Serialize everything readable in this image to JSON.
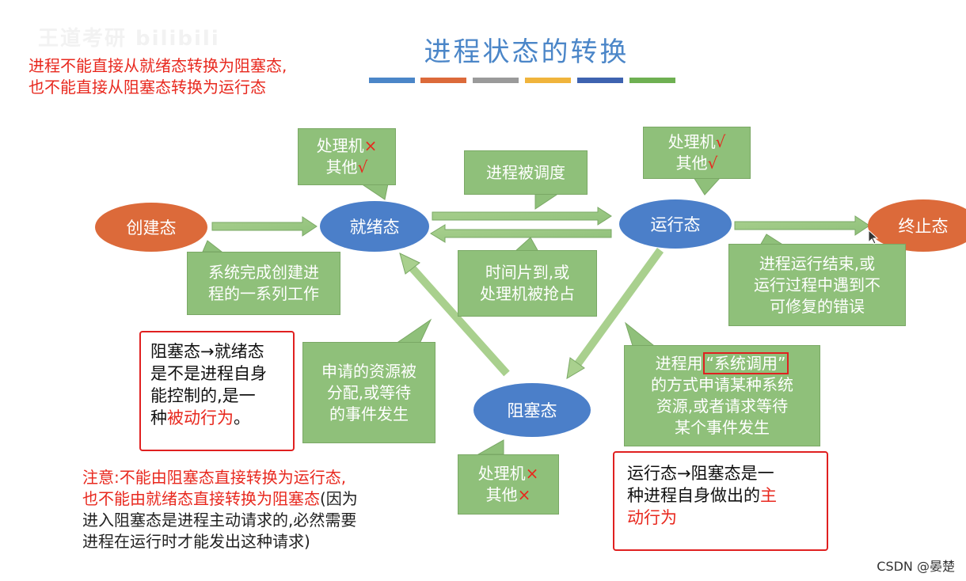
{
  "watermark": "王道考研 bilibili",
  "top_note": [
    "进程不能直接从就绪态转换为阻塞态,",
    "也不能直接从阻塞态转换为运行态"
  ],
  "title": "进程状态的转换",
  "title_bar_colors": [
    "#4b86c8",
    "#dc6a3a",
    "#9a9a9a",
    "#f0b43c",
    "#3e63b0",
    "#6eb052"
  ],
  "states": {
    "create": "创建态",
    "ready": "就绪态",
    "running": "运行态",
    "terminated": "终止态",
    "blocked": "阻塞态"
  },
  "callouts": {
    "ready_status": {
      "cpu": "处理机",
      "cpu_mark": "×",
      "other": "其他",
      "other_mark": "√"
    },
    "running_status": {
      "cpu": "处理机",
      "cpu_mark": "√",
      "other": "其他",
      "other_mark": "√"
    },
    "blocked_status": {
      "cpu": "处理机",
      "cpu_mark": "×",
      "other": "其他",
      "other_mark": "×"
    },
    "scheduled": "进程被调度",
    "create_done": [
      "系统完成创建进",
      "程的一系列工作"
    ],
    "time_slice": [
      "时间片到,或",
      "处理机被抢占"
    ],
    "terminate_reason": [
      "进程运行结束,或",
      "运行过程中遇到不",
      "可修复的错误"
    ],
    "resource_allocated": [
      "申请的资源被",
      "分配,或等待",
      "的事件发生"
    ],
    "syscall_prefix": "进程用",
    "syscall_highlight": "“系统调用”",
    "syscall_rest": [
      "的方式申请某种系统",
      "资源,或者请求等待",
      "某个事件发生"
    ]
  },
  "boxes": {
    "blocked_to_ready": {
      "line1": "阻塞态→就绪态",
      "line2": "是不是进程自身",
      "line3": "能控制的,是一",
      "line4_prefix": "种",
      "line4_highlight": "被动行为",
      "line4_suffix": "。"
    },
    "running_to_blocked": {
      "line1": "运行态→阻塞态是一",
      "line2_prefix": "种进程自身做出的",
      "line2_highlight": "主",
      "line3_highlight": "动行为"
    }
  },
  "bottom_note": {
    "red_line1": "注意:不能由阻塞态直接转换为运行态,",
    "red_line2": "也不能由就绪态直接转换为阻塞态",
    "black_line2_suffix": "(因为",
    "black_line3": "进入阻塞态是进程主动请求的,必然需要",
    "black_line4": "进程在运行时才能发出这种请求)"
  },
  "credit": "CSDN @晏楚"
}
